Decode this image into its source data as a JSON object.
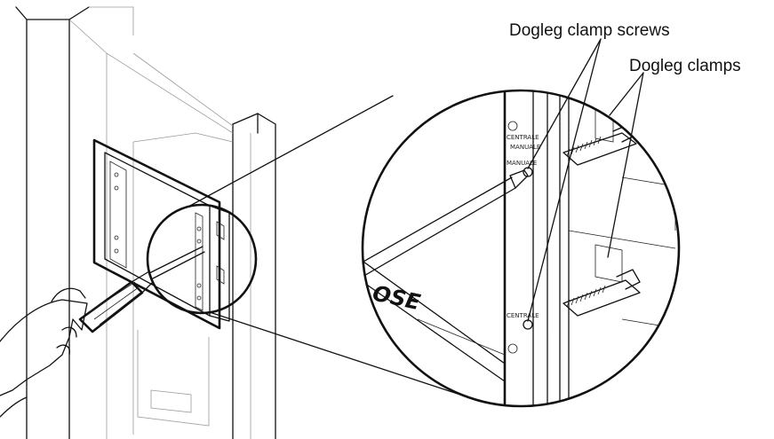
{
  "callouts": {
    "clamp_screws": "Dogleg clamp screws",
    "clamps": "Dogleg clamps"
  },
  "panel_markings": {
    "upper_screw_tag_a": "CENTRALE",
    "upper_screw_tag_b": "MANUALE",
    "lower_screw_tag_a": "MANUALE",
    "lower_screw_tag_b": "CENTRALE"
  },
  "logo_text": "OSE",
  "colors": {
    "ink": "#111111",
    "background": "#ffffff",
    "light_outline": "#9a9a9a"
  }
}
